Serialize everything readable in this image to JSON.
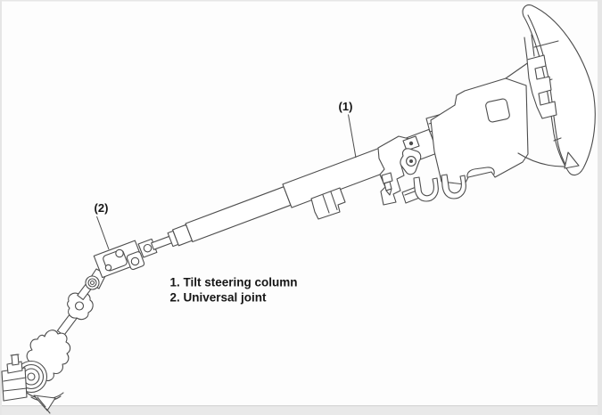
{
  "figure": {
    "type": "technical-line-diagram",
    "callouts": [
      {
        "label": "(1)",
        "points_to": "Tilt steering column"
      },
      {
        "label": "(2)",
        "points_to": "Universal joint"
      }
    ],
    "legend": [
      {
        "text": "1. Tilt steering column"
      },
      {
        "text": "2. Universal joint"
      }
    ]
  },
  "colors": {
    "background": "#fdfdfd",
    "line_art": "#4d4d4d",
    "text": "#161616",
    "bottom_strip": "#e9e9e9",
    "strip_edge": "#d5d5d5",
    "frame_edge": "#e6e6e6"
  }
}
